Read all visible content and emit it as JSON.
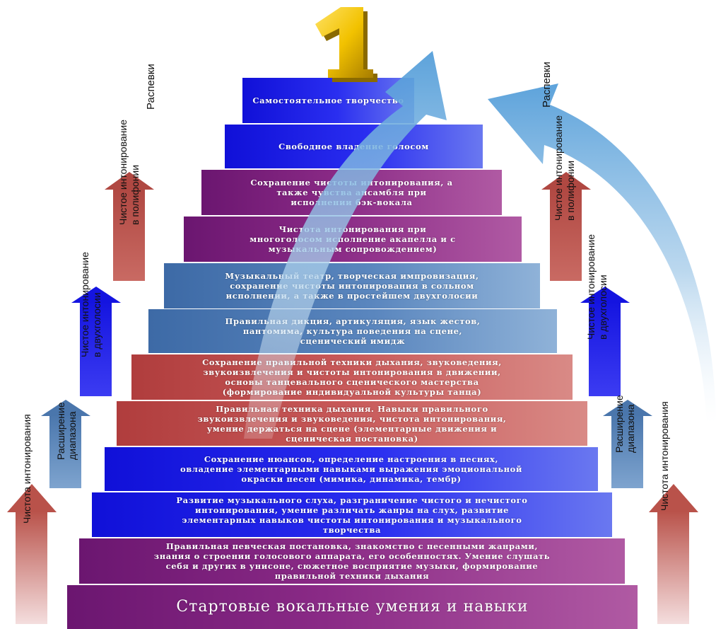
{
  "steps": [
    {
      "text": "Самостоятельное творчество",
      "color": "blue"
    },
    {
      "text": "Свободное владение голосом",
      "color": "blue"
    },
    {
      "text": "Сохранение чистоты интонирования, а\nтакже чувства ансамбля при\nисполнении бэк-вокала",
      "color": "purple"
    },
    {
      "text": "Чистота интонирования при\nмногоголосом исполнение акапелла и с\nмузыкальным сопровождением)",
      "color": "purple"
    },
    {
      "text": "Музыкальный театр, творческая импровизация,\nсохранение чистоты интонирования в сольном\nисполнении, а также в простейшем двухголосии",
      "color": "steel"
    },
    {
      "text": "Правильная дикция, артикуляция, язык жестов,\nпантомима, культура поведения на сцене,\nсценический имидж",
      "color": "steel"
    },
    {
      "text": "Сохранение правильной техники дыхания, звуковедения,\nзвукоизвлечения и чистоты интонирования в движении,\nосновы танцевального сценического мастерства\n(формирование индивидуальной культуры танца)",
      "color": "red"
    },
    {
      "text": "Правильная техника дыхания. Навыки правильного\nзвукоизвлечения и звуковедения, чистота интонирования,\nумение держаться на сцене (элементарные движения и\nсценическая постановка)",
      "color": "red"
    },
    {
      "text": "Сохранение нюансов, определение настроения в песнях,\nовладение элементарными навыками выражения эмоциональной\nокраски песен (мимика, динамика, тембр)",
      "color": "blue"
    },
    {
      "text": "Развитие музыкального слуха, разграничение чистого и нечистого\nинтонирования, умение различать жанры на слух, развитие\nэлементарных навыков чистоты интонирования и музыкального\nтворчества",
      "color": "blue"
    },
    {
      "text": "Правильная певческая постановка, знакомство с песенными жанрами,\nзнания о строении голосового аппарата, его особенностях. Умение слушать\nсебя и других в унисоне, сюжетное восприятие музыки, формирование\nправильной техники дыхания",
      "color": "purple"
    }
  ],
  "base": {
    "text": "Стартовые вокальные умения и навыки",
    "color": "purple"
  },
  "trophy": {
    "text": "1"
  },
  "left_arrows": [
    {
      "label": "Чистота интонирования",
      "color": "red"
    },
    {
      "label": "Расширение\nдиапазона",
      "color": "steel"
    },
    {
      "label": "Чистое интонирование\nв двухголосии",
      "color": "blue"
    },
    {
      "label": "Чистое интонирование\nв полифонии",
      "color": "red"
    },
    {
      "label": "Распевки",
      "color": "none"
    }
  ],
  "right_arrows": [
    {
      "label": "Чистота интонирования",
      "color": "red"
    },
    {
      "label": "Расширение\nдиапазона",
      "color": "steel"
    },
    {
      "label": "Чистое интонирование\nв двухголосии",
      "color": "blue"
    },
    {
      "label": "Чистое интонирование\nв полифонии",
      "color": "red"
    },
    {
      "label": "Распевки",
      "color": "none"
    }
  ],
  "colors": {
    "purple": "#8a2a86",
    "blue": "#2a2ef0",
    "steel": "#5a86be",
    "red": "#c85a5a",
    "gold": "#f2c200"
  }
}
